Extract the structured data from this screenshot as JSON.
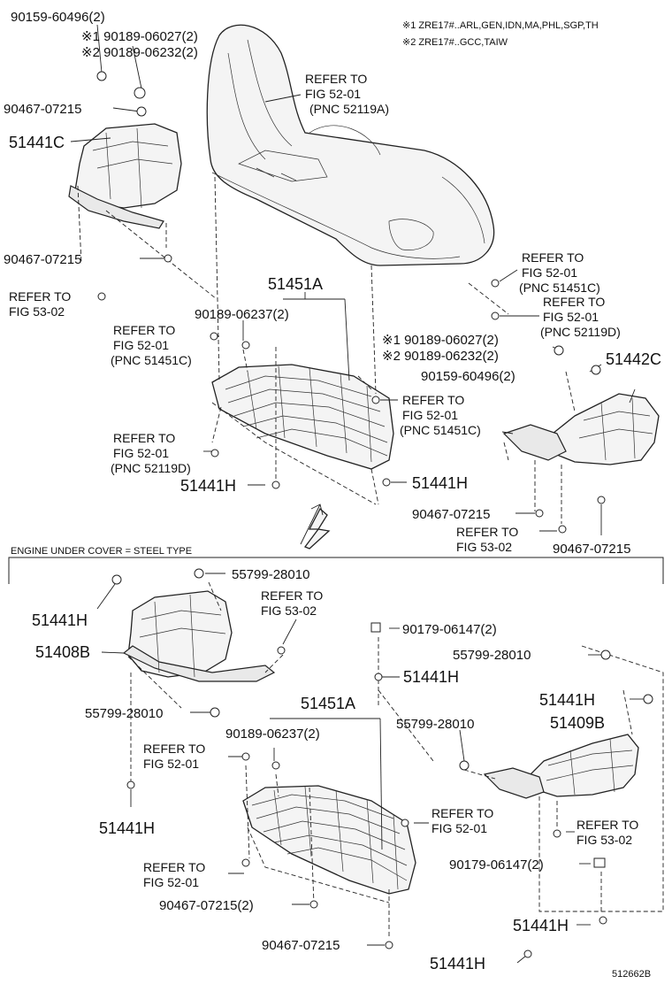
{
  "notes": {
    "n1": "※1  ZRE17#..ARL,GEN,IDN,MA,PHL,SGP,TH",
    "n2": "※2  ZRE17#..GCC,TAIW"
  },
  "top": {
    "p1": "90159-60496(2)",
    "p2": "※1 90189-06027(2)",
    "p3": "※2 90189-06232(2)",
    "p4": "90467-07215",
    "p5": "51441C",
    "p6": "90467-07215",
    "ref1a": "REFER TO",
    "ref1b": "FIG 53-02",
    "ref2a": "REFER TO",
    "ref2b": "FIG 52-01",
    "ref2c": "(PNC 52119A)",
    "p7": "51451A",
    "p8": "90189-06237(2)",
    "ref3a": "REFER TO",
    "ref3b": "FIG 52-01",
    "ref3c": "(PNC 51451C)",
    "ref4a": "REFER TO",
    "ref4b": "FIG 52-01",
    "ref4c": "(PNC 52119D)",
    "p9": "51441H",
    "p10": "51441H",
    "ref5a": "REFER TO",
    "ref5b": "FIG 52-01",
    "ref5c": "(PNC 51451C)",
    "ref6a": "REFER TO",
    "ref6b": "FIG 52-01",
    "ref6c": "(PNC 51451C)",
    "ref7a": "REFER TO",
    "ref7b": "FIG 52-01",
    "ref7c": "(PNC 52119D)",
    "p11": "※1 90189-06027(2)",
    "p12": "※2 90189-06232(2)",
    "p13": "90159-60496(2)",
    "p14": "51442C",
    "p15": "90467-07215",
    "ref8a": "REFER TO",
    "ref8b": "FIG 53-02",
    "p16": "90467-07215"
  },
  "section": {
    "title": "ENGINE UNDER COVER = STEEL TYPE"
  },
  "bottom": {
    "b1": "55799-28010",
    "b2": "51441H",
    "b3": "REFER TO",
    "b3b": "FIG 53-02",
    "b4": "51408B",
    "b5": "90179-06147(2)",
    "b6": "55799-28010",
    "b7": "51441H",
    "b8": "55799-28010",
    "b9": "51451A",
    "b10": "90189-06237(2)",
    "b11": "51441H",
    "b12": "51409B",
    "b13": "55799-28010",
    "b14": "REFER TO",
    "b14b": "FIG 52-01",
    "b15": "51441H",
    "b16": "REFER TO",
    "b16b": "FIG 52-01",
    "b17": "REFER TO",
    "b17b": "FIG 53-02",
    "b18": "REFER TO",
    "b18b": "FIG 52-01",
    "b19": "90179-06147(2)",
    "b20": "90467-07215(2)",
    "b21": "51441H",
    "b22": "90467-07215",
    "b23": "51441H"
  },
  "footer": {
    "code": "512662B"
  }
}
